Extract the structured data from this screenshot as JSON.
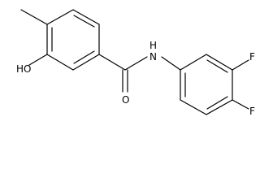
{
  "atoms": {
    "hydroxyl": "HO",
    "amide_nitrogen": "N",
    "amide_hydrogen": "H",
    "carbonyl_oxygen": "O",
    "fluorine_3": "F",
    "fluorine_4": "F"
  }
}
